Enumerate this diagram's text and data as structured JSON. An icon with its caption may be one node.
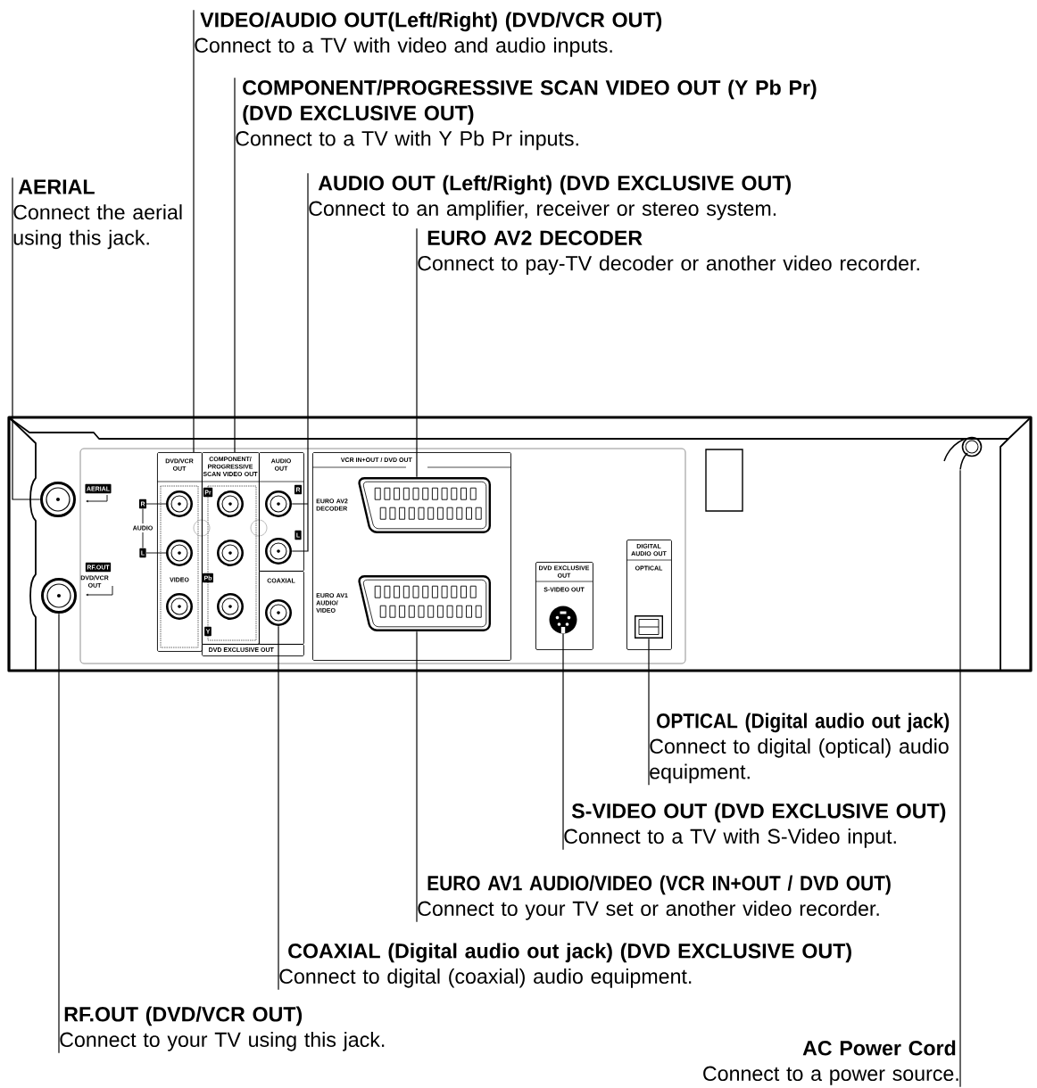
{
  "diagram": {
    "nodes": [
      {
        "text": [
          "VIDEO/AUDIO OUT(Left/Right) (DVD/VCR OUT)",
          "Connect to a TV with video and audio inputs."
        ]
      },
      {
        "text": [
          "COMPONENT/PROGRESSIVE SCAN VIDEO OUT (Y Pb Pr) (DVD EXCLUSIVE OUT)",
          "Connect to a TV with Y Pb Pr inputs."
        ]
      },
      {
        "text": [
          "AERIAL",
          "Connect the aerial using this jack."
        ]
      },
      {
        "text": [
          "AUDIO OUT (Left/Right) (DVD EXCLUSIVE OUT)",
          "Connect to an amplifier, receiver or stereo system."
        ]
      },
      {
        "text": [
          "EURO AV2 DECODER",
          "Connect to pay-TV decoder or another video recorder."
        ]
      },
      {
        "text": [],
        "shape": "circle",
        "beside": [
          "AERIAL"
        ]
      },
      {
        "text": [],
        "shape": "circle",
        "beside": [
          "RF.OUT",
          "DVD/VCR OUT"
        ]
      },
      {
        "text": [
          "DVD/VCR OUT"
        ]
      },
      {
        "text": [
          "COMPONENT/ PROGRESSIVE SCAN VIDEO OUT"
        ]
      },
      {
        "text": [
          "AUDIO OUT"
        ]
      },
      {
        "text": [],
        "shape": "circle",
        "in": 9,
        "beside": [
          "R"
        ]
      },
      {
        "text": [],
        "shape": "circle",
        "in": 9,
        "beside": [
          "L"
        ]
      },
      {
        "text": [
          "COAXIAL"
        ]
      },
      {
        "text": [],
        "shape": "circle",
        "in": 12
      },
      {
        "text": [
          "DVD EXCLUSIVE OUT"
        ]
      },
      {
        "text": [
          "VCR IN+OUT / DVD OUT"
        ]
      },
      {
        "text": [],
        "shape": "box",
        "in": 15,
        "beside": [
          "EURO AV2 DECODER"
        ]
      },
      {
        "text": [],
        "shape": "box",
        "in": 15,
        "beside": [
          "EURO AV1 AUDIO/ VIDEO"
        ]
      },
      {
        "text": [
          "DVD EXCLUSIVE OUT",
          "S-VIDEO OUT"
        ]
      },
      {
        "text": [],
        "shape": "circle",
        "in": 18
      },
      {
        "text": [
          "DIGITAL AUDIO OUT",
          "OPTICAL"
        ]
      },
      {
        "text": [],
        "shape": "box",
        "in": 20
      },
      {
        "text": [],
        "shape": "picture"
      },
      {
        "text": [
          "OPTICAL (Digital audio out jack)",
          "Connect to digital (optical) audio equipment."
        ]
      },
      {
        "text": [
          "S-VIDEO OUT (DVD EXCLUSIVE OUT)",
          "Connect to a TV with S-Video input."
        ]
      },
      {
        "text": [
          "EURO AV1 AUDIO/VIDEO (VCR IN+OUT / DVD OUT)",
          "Connect to your TV set or another video recorder."
        ]
      },
      {
        "text": [
          "COAXIAL (Digital audio out jack) (DVD EXCLUSIVE OUT)",
          "Connect to digital (coaxial) audio equipment."
        ]
      },
      {
        "text": [
          "RF.OUT (DVD/VCR OUT)",
          "Connect to your TV using this jack."
        ]
      },
      {
        "text": [
          "AC Power Cord",
          "Connect to a power source."
        ]
      }
    ],
    "edges": [
      {
        "from": 0,
        "to": 7,
        "arrow": "none"
      },
      {
        "from": 1,
        "to": 8,
        "arrow": "none"
      },
      {
        "from": 2,
        "to": 5,
        "arrow": "none"
      },
      {
        "from": 3,
        "to": 10,
        "arrow": "none"
      },
      {
        "from": 3,
        "to": 11,
        "arrow": "none"
      },
      {
        "from": 4,
        "to": 16,
        "arrow": "none"
      },
      {
        "from": 23,
        "to": 21,
        "arrow": "none"
      },
      {
        "from": 24,
        "to": 19,
        "arrow": "none"
      },
      {
        "from": 25,
        "to": 17,
        "arrow": "none"
      },
      {
        "from": 26,
        "to": 13,
        "arrow": "none"
      },
      {
        "from": 27,
        "to": 6,
        "arrow": "none"
      },
      {
        "from": 28,
        "to": 22,
        "arrow": "none"
      }
    ],
    "labels": [
      "R",
      "AUDIO",
      "L",
      "VIDEO",
      "Pr",
      "Pb",
      "Y"
    ]
  }
}
